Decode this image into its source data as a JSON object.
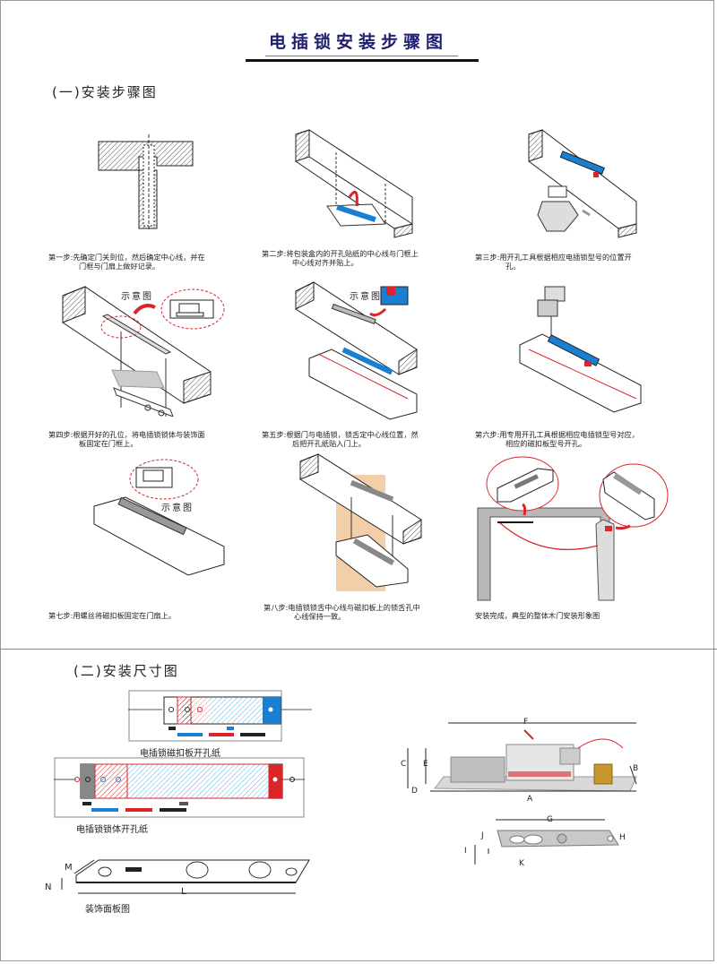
{
  "page": {
    "title": "电插锁安装步骤图"
  },
  "section1": {
    "heading": "(一)安装步骤图",
    "callout_label": "示意图",
    "steps": [
      {
        "prefix": "第一步:",
        "line1": "先确定门关到位，然后确定中心线，并在",
        "line2": "门框与门扇上做好记录。"
      },
      {
        "prefix": "第二步:",
        "line1": "将包装盒内的开孔贴纸的中心线与门框上",
        "line2": "中心线对齐并贴上。"
      },
      {
        "prefix": "第三步:",
        "line1": "用开孔工具根据相应电插锁型号的位置开",
        "line2": "孔。"
      },
      {
        "prefix": "第四步:",
        "line1": "根据开好的孔位，将电插锁锁体与装饰面",
        "line2": "板固定在门框上。"
      },
      {
        "prefix": "第五步:",
        "line1": "根据门与电插锁，锁舌定中心线位置，然",
        "line2": "后把开孔纸贴入门上。"
      },
      {
        "prefix": "第六步:",
        "line1": "用专用开孔工具根据相应电插锁型号对应，",
        "line2": "相应的磁扣板型号开孔。"
      },
      {
        "prefix": "第七步:",
        "line1": "用螺丝将磁扣板固定在门扇上。",
        "line2": ""
      },
      {
        "prefix": "第八步:",
        "line1": "电插锁锁舌中心线与磁扣板上的锁舌孔中",
        "line2": "心线保持一致。"
      },
      {
        "prefix": "",
        "line1": "安装完成，典型的整体木门安装形象图",
        "line2": ""
      }
    ]
  },
  "section2": {
    "heading": "(二)安装尺寸图",
    "figures": {
      "strike_template": "电插锁磁扣板开孔纸",
      "body_template": "电插锁锁体开孔纸",
      "faceplate": "装饰面板图"
    },
    "dimension_labels": {
      "lock": [
        "A",
        "B",
        "C",
        "D",
        "E",
        "F"
      ],
      "strike": [
        "G",
        "H",
        "I",
        "J",
        "K"
      ],
      "faceplate": [
        "L",
        "M",
        "N"
      ]
    }
  },
  "colors": {
    "title_text": "#1e1e6e",
    "accent_red": "#d9262b",
    "accent_blue": "#1a7fd0",
    "door_wood": "#f1c79a",
    "frame_gray": "#b8b8b8"
  }
}
